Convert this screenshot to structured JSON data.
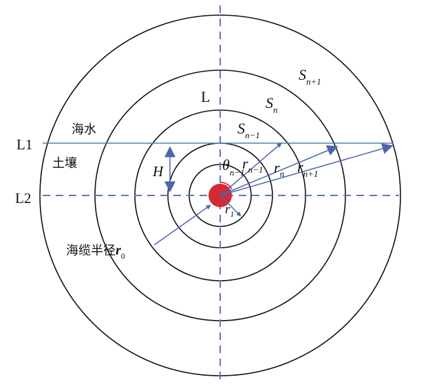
{
  "colors": {
    "circle": "#111111",
    "axis": "#5b78b6",
    "arrow": "#4b66ae",
    "cable": "#d42a35",
    "theta_arc": "#e03030"
  },
  "ring_count": 5,
  "labels": {
    "S_next": {
      "base": "S",
      "sub": "n+1"
    },
    "S_n": {
      "base": "S",
      "sub": "n"
    },
    "S_prev": {
      "base": "S",
      "sub": "n−1"
    },
    "L": "L",
    "L1": "L1",
    "L2": "L2",
    "seawater": "海水",
    "soil": "土壤",
    "H": "H",
    "theta": {
      "base": "θ",
      "sub": "n−1"
    },
    "r_prev": {
      "base": "r",
      "sub": "n−1"
    },
    "r_n": {
      "base": "r",
      "sub": "n"
    },
    "r_next": {
      "base": "r",
      "sub": "n+1"
    },
    "r1": {
      "base": "r",
      "sub": "1"
    },
    "cable_radius": {
      "text": "海缆半径",
      "base": "r",
      "sub": "0"
    }
  }
}
